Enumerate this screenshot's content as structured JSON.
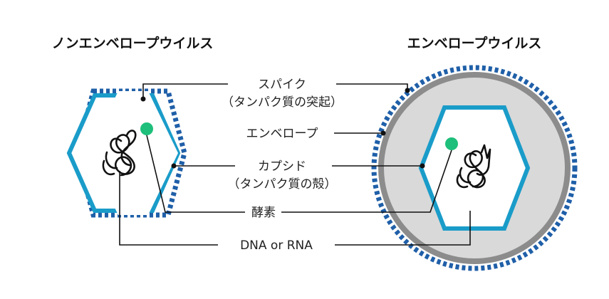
{
  "titles": {
    "non_enveloped": "ノンエンベロープウイルス",
    "enveloped": "エンベロープウイルス"
  },
  "labels": {
    "spike": "スパイク",
    "spike_sub": "（タンパク質の突起）",
    "envelope": "エンベロープ",
    "capsid": "カプシド",
    "capsid_sub": "（タンパク質の殻）",
    "enzyme": "酵素",
    "genome": "DNA or RNA"
  },
  "colors": {
    "spike_blue": "#1f5fa8",
    "capsid_blue": "#1a9cc9",
    "envelope_gray": "#8c8c8c",
    "envelope_fill": "#d9d9d9",
    "enzyme_green": "#1dbf7a",
    "leader_black": "#111111"
  }
}
